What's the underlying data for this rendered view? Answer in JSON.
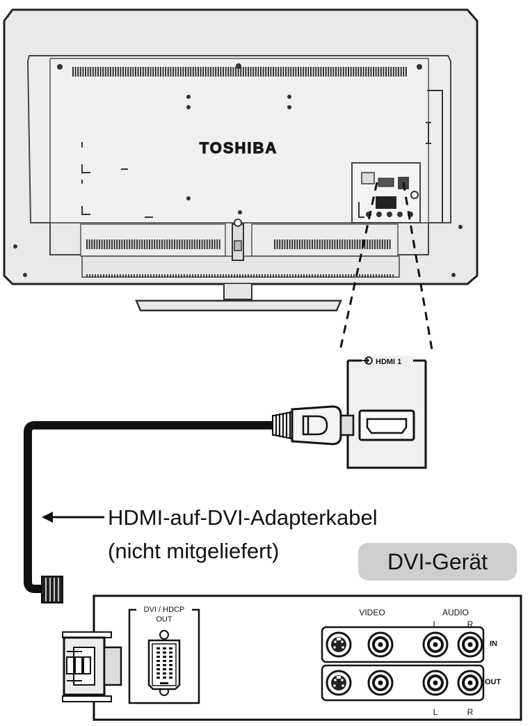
{
  "tv": {
    "brand": "TOSHIBA"
  },
  "panel": {
    "port_label": "HDMI 1"
  },
  "cable": {
    "caption_line1": "HDMI-auf-DVI-Adapterkabel",
    "caption_line2": "(nicht mitgeliefert)"
  },
  "device": {
    "badge": "DVI-Gerät",
    "dvi_label_line1": "DVI / HDCP",
    "dvi_label_line2": "OUT",
    "video_label": "VIDEO",
    "audio_label": "AUDIO",
    "left_label": "L",
    "right_label": "R",
    "in_label": "IN",
    "out_label": "OUT"
  }
}
